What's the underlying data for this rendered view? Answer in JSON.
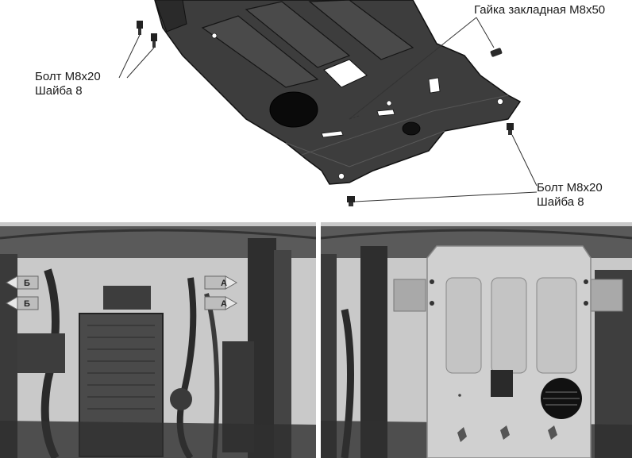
{
  "callouts": {
    "nut": "Гайка закладная М8x50",
    "bolt_left_line1": "Болт М8x20",
    "bolt_left_line2": "Шайба 8",
    "bolt_right_line1": "Болт М8x20",
    "bolt_right_line2": "Шайба 8"
  },
  "markers": {
    "left_upper": "Б",
    "left_lower": "Б",
    "right_upper": "А",
    "right_lower": "А"
  }
}
